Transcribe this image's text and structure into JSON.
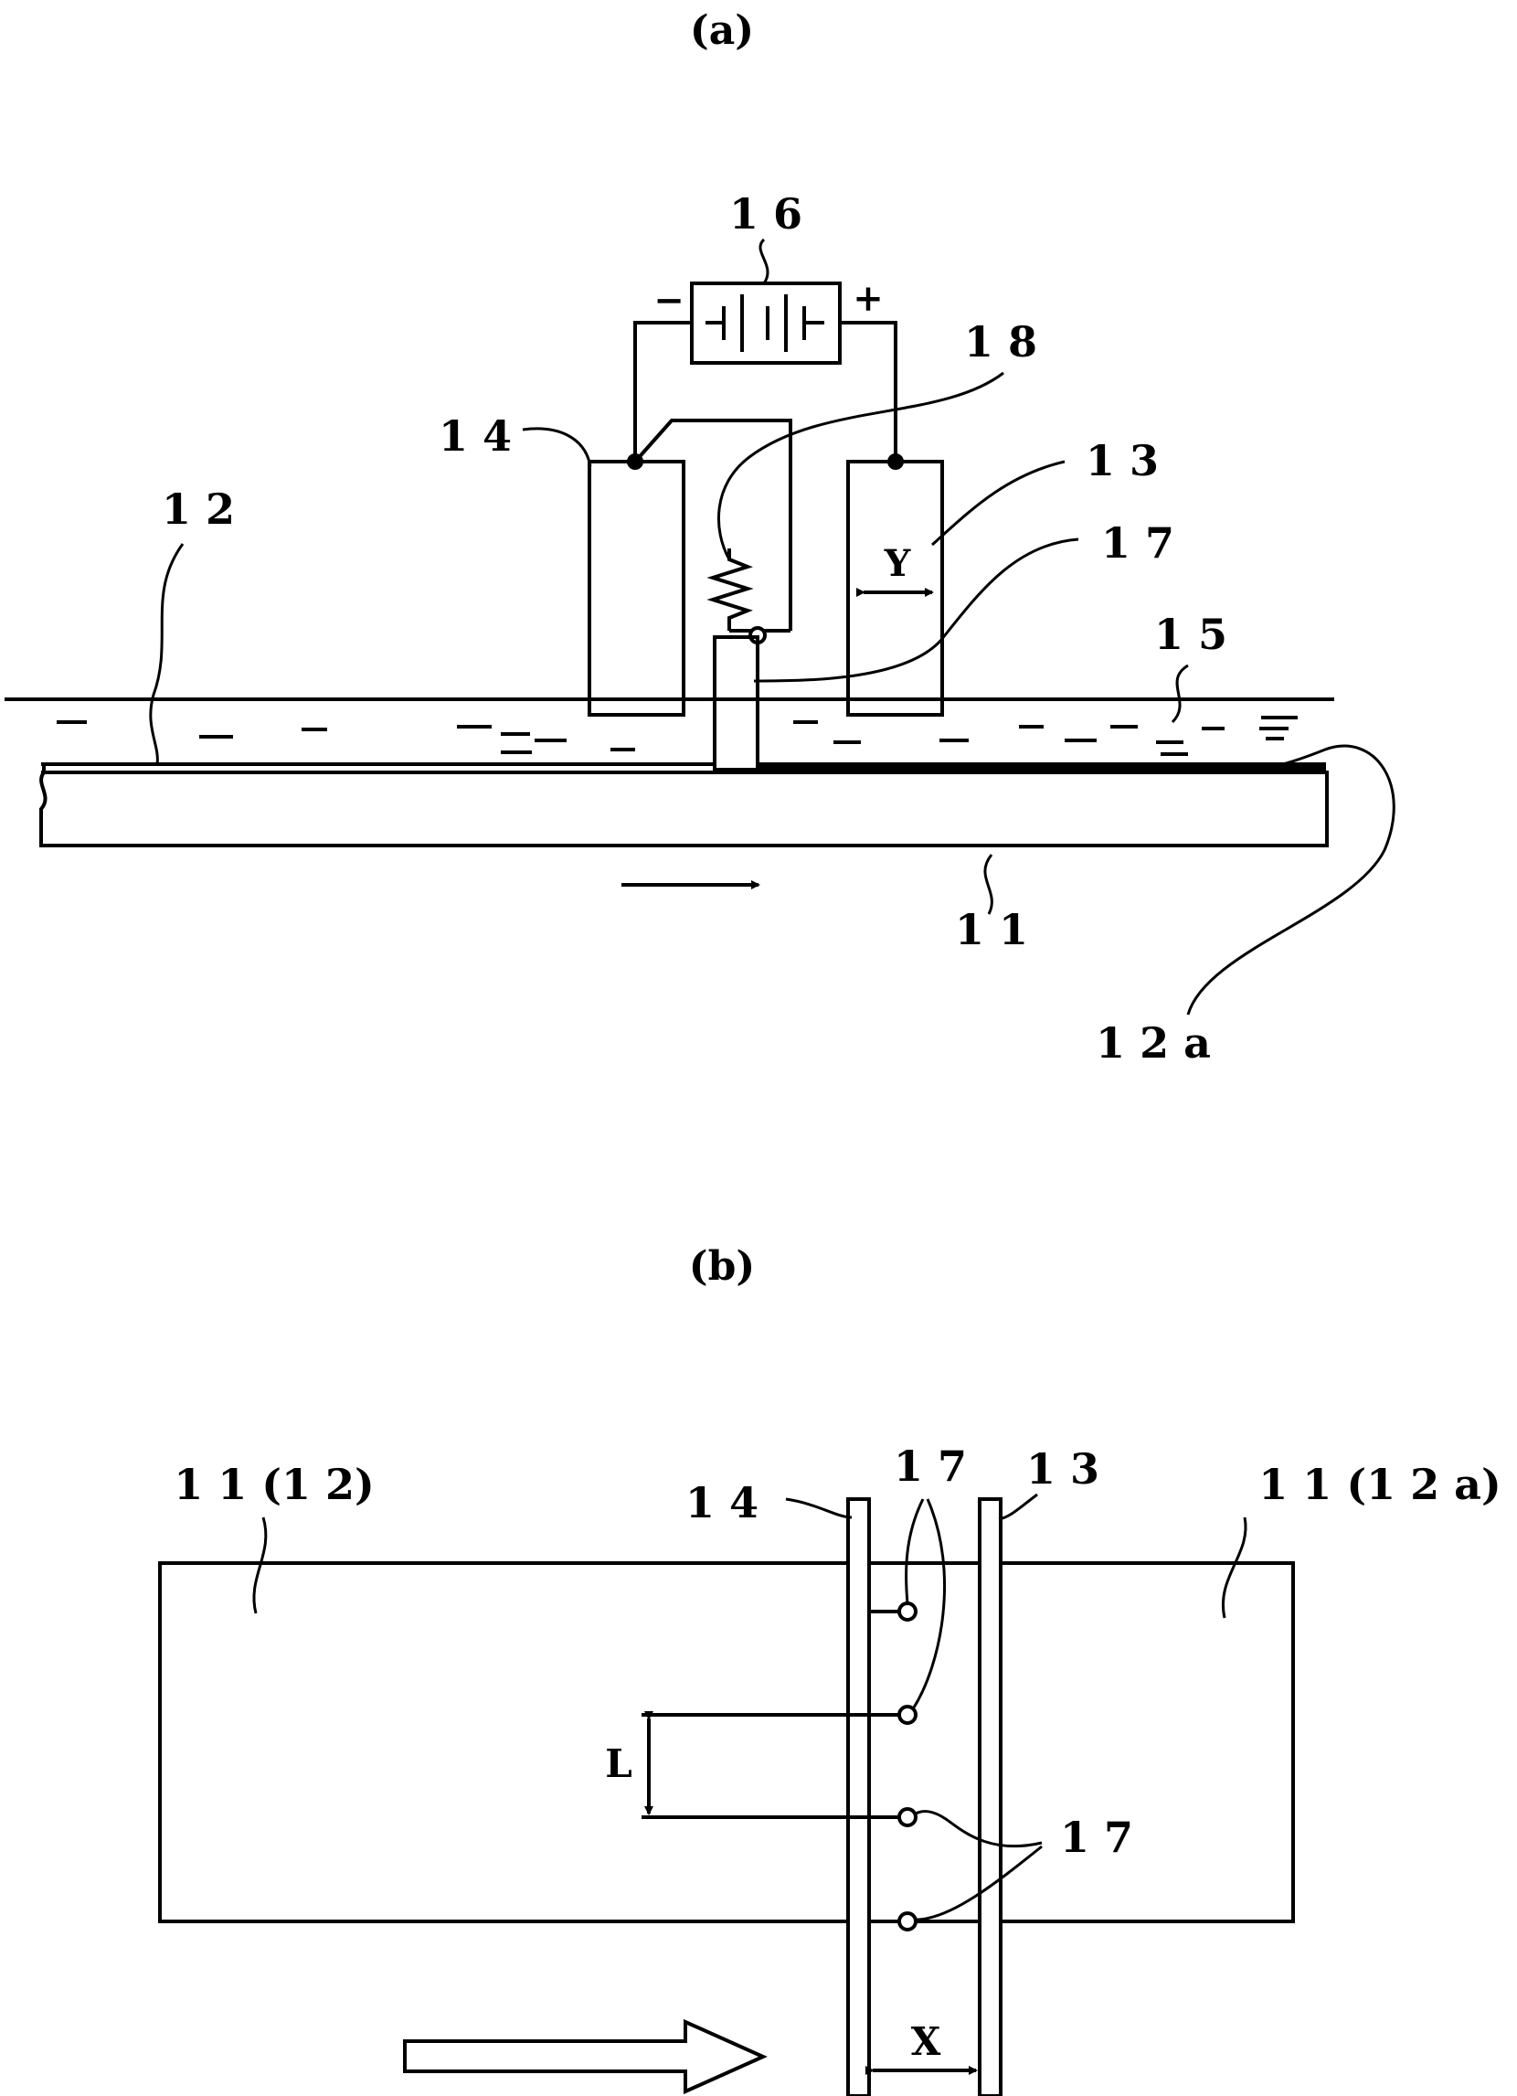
{
  "figure_a": {
    "caption": "(a)",
    "labels": {
      "power_supply": "1 6",
      "minus_sign": "−",
      "plus_sign": "+",
      "resistor": "1 8",
      "left_electrode": "1 4",
      "right_electrode": "1 3",
      "contact_point": "1 7",
      "liquid": "1 5",
      "film": "1 2",
      "substrate": "1 1",
      "film_variant": "1 2 a",
      "gap_y": "Y"
    }
  },
  "figure_b": {
    "caption": "(b)",
    "labels": {
      "left_region": "1 1 (1 2)",
      "right_region": "1 1 (1 2 a)",
      "left_electrode": "1 4",
      "right_electrode": "1 3",
      "contacts_top": "1 7",
      "contacts_bottom": "1 7",
      "pitch_l": "L",
      "gap_x": "X"
    }
  }
}
